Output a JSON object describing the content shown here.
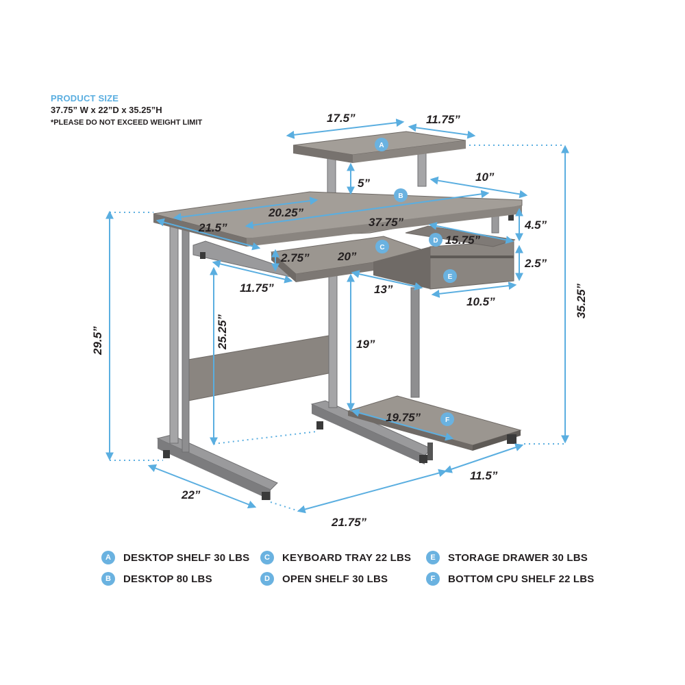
{
  "header": {
    "title": "PRODUCT SIZE",
    "size": "37.75” W x 22”D x 35.25”H",
    "note": "*PLEASE DO NOT EXCEED WEIGHT LIMIT"
  },
  "dimensions": {
    "top_shelf_width": "17.5”",
    "top_shelf_depth": "11.75”",
    "riser_height": "5”",
    "open_shelf_width": "10”",
    "desktop_depth_front": "20.25”",
    "desktop_side": "21.5”",
    "desktop_width": "37.75”",
    "open_shelf_height": "4.5”",
    "open_shelf_depth": "15.75”",
    "tray_thickness": "2.75”",
    "tray_width": "20”",
    "drawer_height": "2.5”",
    "tray_depth": "11.75”",
    "drawer_side": "13”",
    "drawer_width": "10.5”",
    "total_height": "35.25”",
    "desk_height": "29.5”",
    "tray_height": "25.25”",
    "cpu_clearance": "19”",
    "cpu_shelf_width": "19.75”",
    "base_depth": "22”",
    "base_width": "21.75”",
    "cpu_shelf_depth": "11.5”"
  },
  "badges": {
    "a": "A",
    "b": "B",
    "c": "C",
    "d": "D",
    "e": "E",
    "f": "F"
  },
  "legend": [
    {
      "badge": "A",
      "text": "DESKTOP SHELF 30 LBS"
    },
    {
      "badge": "B",
      "text": "DESKTOP 80 LBS"
    },
    {
      "badge": "C",
      "text": "KEYBOARD TRAY 22 LBS"
    },
    {
      "badge": "D",
      "text": "OPEN SHELF 30 LBS"
    },
    {
      "badge": "E",
      "text": "STORAGE DRAWER 30 LBS"
    },
    {
      "badge": "F",
      "text": "BOTTOM CPU SHELF 22 LBS"
    }
  ],
  "colors": {
    "accent": "#5aaee0",
    "wood": "#8a8580",
    "wood_light": "#a39e98",
    "metal": "#9a9a9c",
    "metal_dark": "#6e6e70",
    "text": "#231f20"
  }
}
